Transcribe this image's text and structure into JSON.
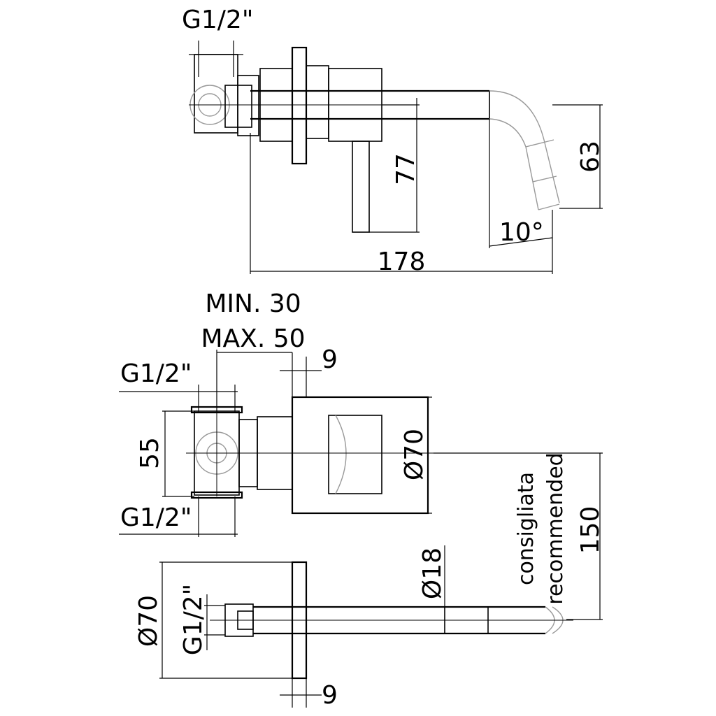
{
  "labels": {
    "top_thread": "G1/2\"",
    "dim_63": "63",
    "dim_77": "77",
    "angle_10": "10°",
    "dim_178": "178",
    "min_30": "MIN. 30",
    "max_50": "MAX. 50",
    "dim_9_top": "9",
    "thread_upper": "G1/2\"",
    "dim_55": "55",
    "dia_70_plate": "Ø70",
    "thread_lower": "G1/2\"",
    "consigliata": "consigliata",
    "recommended": "recommended",
    "dim_150": "150",
    "dia_18": "Ø18",
    "dia_70_spout": "Ø70",
    "thread_spout": "G1/2\"",
    "dim_9_bottom": "9"
  }
}
